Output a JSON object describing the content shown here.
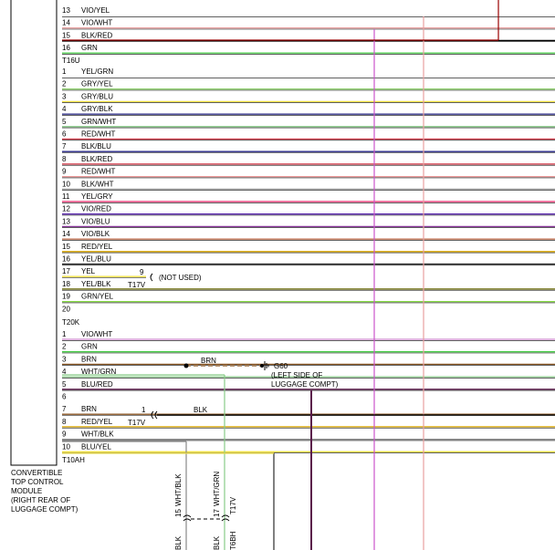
{
  "module": {
    "label_lines": [
      "CONVERTIBLE",
      "TOP CONTROL",
      "MODULE",
      "(RIGHT REAR OF",
      "LUGGAGE COMPT)"
    ]
  },
  "connectors": [
    {
      "id": "top",
      "label": "",
      "pins": [
        {
          "num": "13",
          "wire": "VIO/YEL",
          "color": "#ffffff",
          "dual": false
        },
        {
          "num": "14",
          "wire": "VIO/WHT",
          "color": "#e8a0a0",
          "dual": true
        },
        {
          "num": "15",
          "wire": "BLK/RED",
          "color": "#000000",
          "dual": true
        },
        {
          "num": "16",
          "wire": "GRN",
          "color": "#44cc44",
          "dual": false
        }
      ]
    },
    {
      "id": "T16U",
      "label": "T16U",
      "pins": [
        {
          "num": "1",
          "wire": "YEL/GRN",
          "color": "#ffffff",
          "dual": false
        },
        {
          "num": "2",
          "wire": "GRY/YEL",
          "color": "#88cc66",
          "dual": false
        },
        {
          "num": "3",
          "wire": "GRY/BLU",
          "color": "#f0e040",
          "dual": false
        },
        {
          "num": "4",
          "wire": "GRY/BLK",
          "color": "#202080",
          "dual": false
        },
        {
          "num": "5",
          "wire": "GRN/WHT",
          "color": "#88cc88",
          "dual": false
        },
        {
          "num": "6",
          "wire": "RED/WHT",
          "color": "#d03040",
          "dual": false
        },
        {
          "num": "7",
          "wire": "BLK/BLU",
          "color": "#202080",
          "dual": false
        },
        {
          "num": "8",
          "wire": "BLK/RED",
          "color": "#d03040",
          "dual": false
        },
        {
          "num": "9",
          "wire": "RED/WHT",
          "color": "#ee9999",
          "dual": false
        },
        {
          "num": "10",
          "wire": "BLK/WHT",
          "color": "#aaaaaa",
          "dual": false
        },
        {
          "num": "11",
          "wire": "YEL/GRY",
          "color": "#ee2266",
          "dual": false
        },
        {
          "num": "12",
          "wire": "VIO/RED",
          "color": "#5522aa",
          "dual": false
        },
        {
          "num": "13",
          "wire": "VIO/BLU",
          "color": "#883399",
          "dual": false
        },
        {
          "num": "14",
          "wire": "VIO/BLK",
          "color": "#bb6644",
          "dual": false
        },
        {
          "num": "15",
          "wire": "RED/YEL",
          "color": "#ddaa00",
          "dual": false
        },
        {
          "num": "16",
          "wire": "YEL/BLU",
          "color": "#222222",
          "dual": false
        },
        {
          "num": "17",
          "wire": "YEL",
          "color": "#f0e040",
          "dual": false,
          "short": true
        },
        {
          "num": "18",
          "wire": "YEL/BLK",
          "color": "#666600",
          "dual": false
        },
        {
          "num": "19",
          "wire": "GRN/YEL",
          "color": "#88dd44",
          "dual": false
        },
        {
          "num": "20",
          "wire": "",
          "color": "",
          "dual": false
        }
      ]
    },
    {
      "id": "T20K",
      "label": "T20K",
      "pins": [
        {
          "num": "1",
          "wire": "VIO/WHT",
          "color": "#cc88cc",
          "dual": false
        },
        {
          "num": "2",
          "wire": "GRN",
          "color": "#44cc44",
          "dual": false
        },
        {
          "num": "3",
          "wire": "BRN",
          "color": "#885522",
          "dual": false
        },
        {
          "num": "4",
          "wire": "WHT/GRN",
          "color": "#88cc88",
          "dual": false
        },
        {
          "num": "5",
          "wire": "BLU/RED",
          "color": "#5a1a4a",
          "dual": false
        },
        {
          "num": "6",
          "wire": "",
          "color": "",
          "dual": false
        },
        {
          "num": "7",
          "wire": "BRN",
          "color": "#885522",
          "dual": false
        },
        {
          "num": "8",
          "wire": "RED/YEL",
          "color": "#ddaa00",
          "dual": false
        },
        {
          "num": "9",
          "wire": "WHT/BLK",
          "color": "#888888",
          "dual": false
        },
        {
          "num": "10",
          "wire": "BLU/YEL",
          "color": "#f0e040",
          "dual": false
        }
      ]
    }
  ],
  "extra_label": "T10AH",
  "annotations": {
    "not_used_pin": "9",
    "not_used_conn": "T17V",
    "not_used_text": "(NOT USED)",
    "brn_wire": "BRN",
    "ground_id": "G60",
    "ground_loc_1": "(LEFT SIDE OF",
    "ground_loc_2": "LUGGAGE COMPT)",
    "blk_pin": "1",
    "blk_conn": "T17V",
    "blk_wire": "BLK"
  },
  "bottom_labels": {
    "wht_blk": "WHT/BLK",
    "wht_grn": "WHT/GRN",
    "pin15": "15",
    "blk_a": "BLK",
    "pin17": "17",
    "t17v": "T17V",
    "blk_b": "BLK",
    "t6bh": "T6BH"
  }
}
